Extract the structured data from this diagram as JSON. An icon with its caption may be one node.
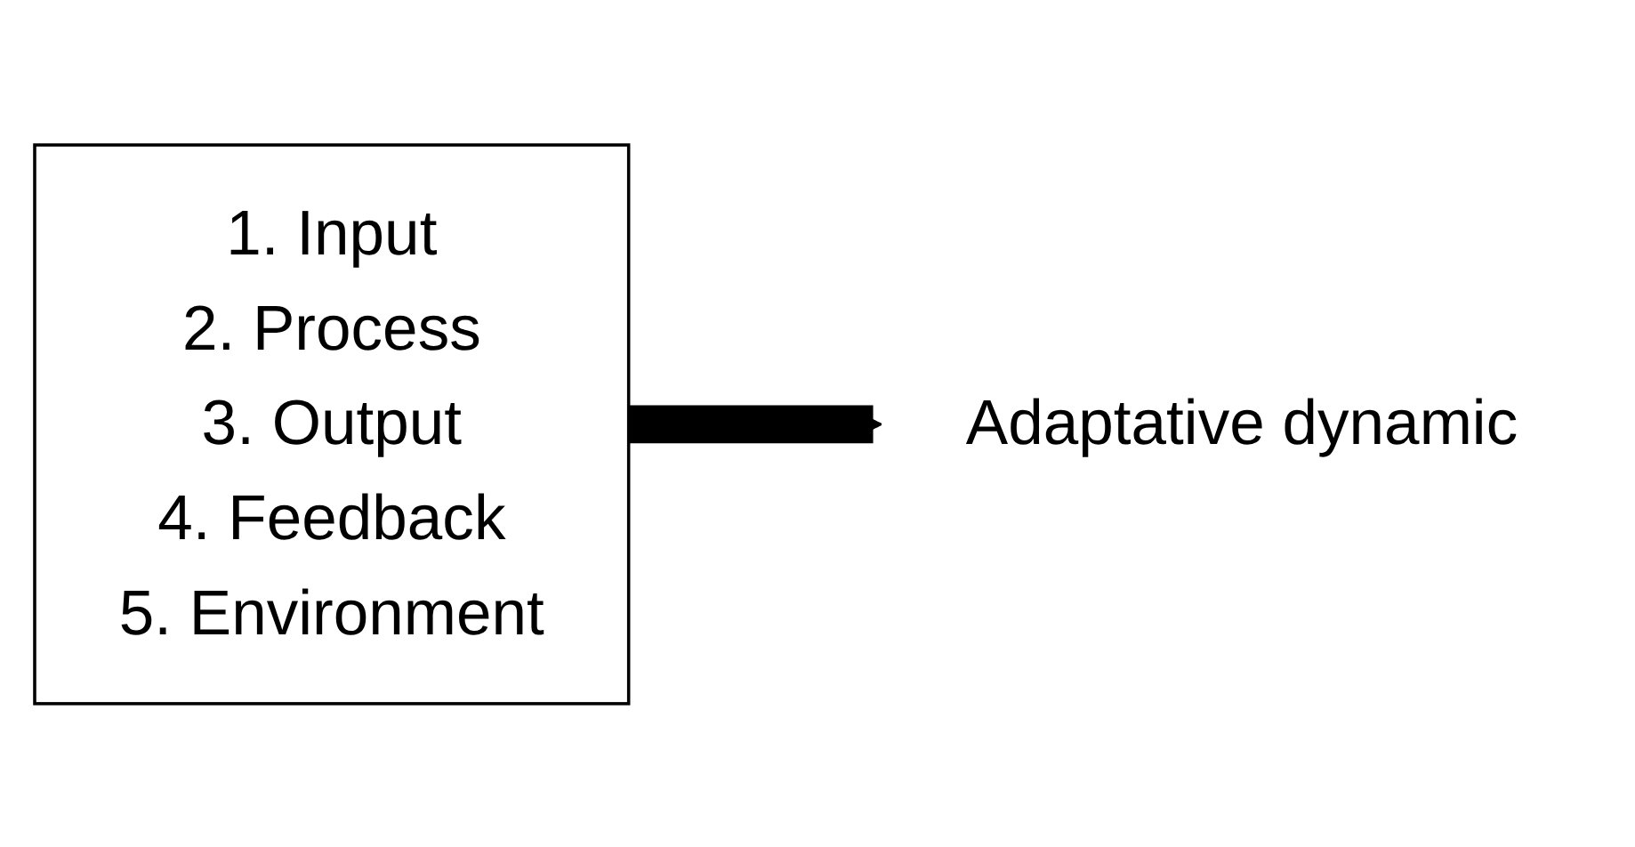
{
  "diagram": {
    "nodes": [
      {
        "text": [
          "1. Input",
          "2. Process",
          "3. Output",
          "4. Feedback",
          "5. Environment"
        ]
      },
      {
        "text": [
          "Adaptative dynamic"
        ]
      }
    ],
    "edges": [
      {
        "from": 0,
        "to": 1,
        "arrow": "to"
      }
    ]
  }
}
